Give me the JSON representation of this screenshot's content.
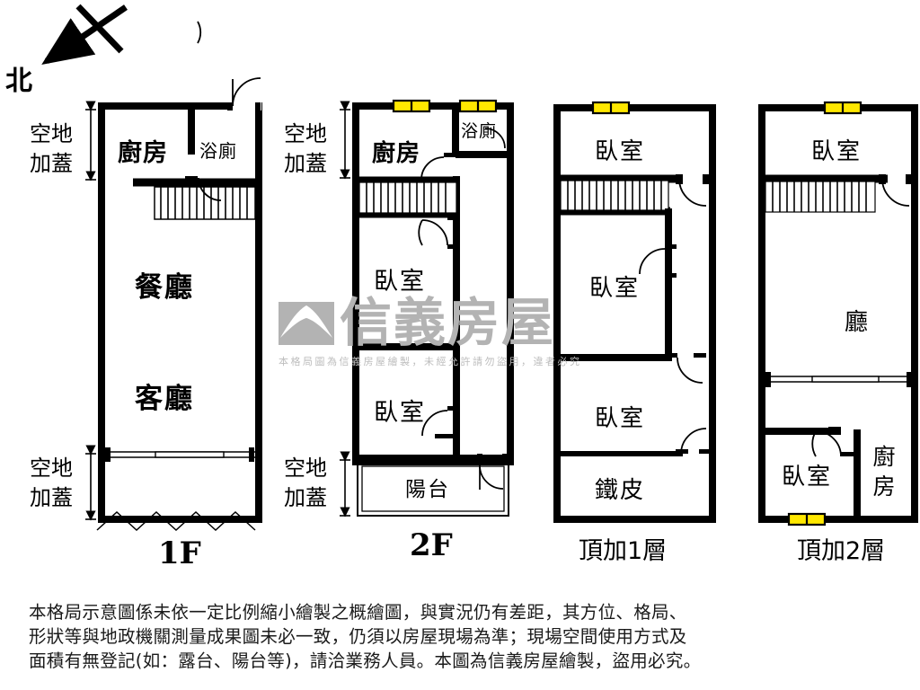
{
  "document": {
    "type": "floor-plan",
    "compass": {
      "label": "北",
      "direction": "down-left"
    }
  },
  "watermark": {
    "brand": "信義房屋",
    "logo_icon": "xinyi-logo-icon",
    "note": "本格局圖為信義房屋繪製，未經允許請勿盜用，違者必究"
  },
  "floors": [
    {
      "id": "1F",
      "caption": "1F",
      "side_labels": [
        {
          "id": "top",
          "text": "空地加蓋",
          "lines": [
            "空地",
            "加蓋"
          ]
        },
        {
          "id": "bottom",
          "text": "空地加蓋",
          "lines": [
            "空地",
            "加蓋"
          ]
        }
      ],
      "rooms": [
        {
          "name": "廚房",
          "id": "kitchen"
        },
        {
          "name": "浴廁",
          "id": "bathroom"
        },
        {
          "name": "餐廳",
          "id": "dining-room"
        },
        {
          "name": "客廳",
          "id": "living-room"
        }
      ],
      "features": [
        "stairs",
        "entry-door",
        "sliding-door",
        "rolling-shutter"
      ]
    },
    {
      "id": "2F",
      "caption": "2F",
      "side_labels": [
        {
          "id": "top",
          "text": "空地加蓋",
          "lines": [
            "空地",
            "加蓋"
          ]
        },
        {
          "id": "bottom",
          "text": "空地加蓋",
          "lines": [
            "空地",
            "加蓋"
          ]
        }
      ],
      "rooms": [
        {
          "name": "廚房",
          "id": "kitchen"
        },
        {
          "name": "浴廁",
          "id": "bathroom"
        },
        {
          "name": "臥室",
          "id": "bedroom-1"
        },
        {
          "name": "臥室",
          "id": "bedroom-2"
        },
        {
          "name": "陽台",
          "id": "balcony"
        }
      ],
      "features": [
        "stairs",
        "windows",
        "doors"
      ]
    },
    {
      "id": "D1",
      "caption": "頂加1層",
      "side_labels": [],
      "rooms": [
        {
          "name": "臥室",
          "id": "bedroom-1"
        },
        {
          "name": "臥室",
          "id": "bedroom-2"
        },
        {
          "name": "臥室",
          "id": "bedroom-3"
        },
        {
          "name": "鐵皮",
          "id": "metal-shed"
        }
      ],
      "features": [
        "stairs",
        "window",
        "doors"
      ]
    },
    {
      "id": "D2",
      "caption": "頂加2層",
      "side_labels": [],
      "rooms": [
        {
          "name": "臥室",
          "id": "bedroom-1"
        },
        {
          "name": "廳",
          "id": "hall"
        },
        {
          "name": "臥室",
          "id": "bedroom-2"
        },
        {
          "name": "廚房",
          "id": "kitchen"
        }
      ],
      "features": [
        "stairs",
        "windows",
        "sliding-door",
        "door"
      ]
    }
  ],
  "colors": {
    "wall": "#000000",
    "window_fill": "#ffe800",
    "watermark_gray": "#b3b3b3",
    "background": "#ffffff"
  },
  "disclaimer": {
    "line1": "本格局示意圖係未依一定比例縮小繪製之概繪圖，與實況仍有差距，其方位、格局、",
    "line2": "形狀等與地政機關測量成果圖未必一致，仍須以房屋現場為準；現場空間使用方式及",
    "line3": "面積有無登記(如：露台、陽台等)，請洽業務人員。本圖為信義房屋繪製，盜用必究。"
  }
}
